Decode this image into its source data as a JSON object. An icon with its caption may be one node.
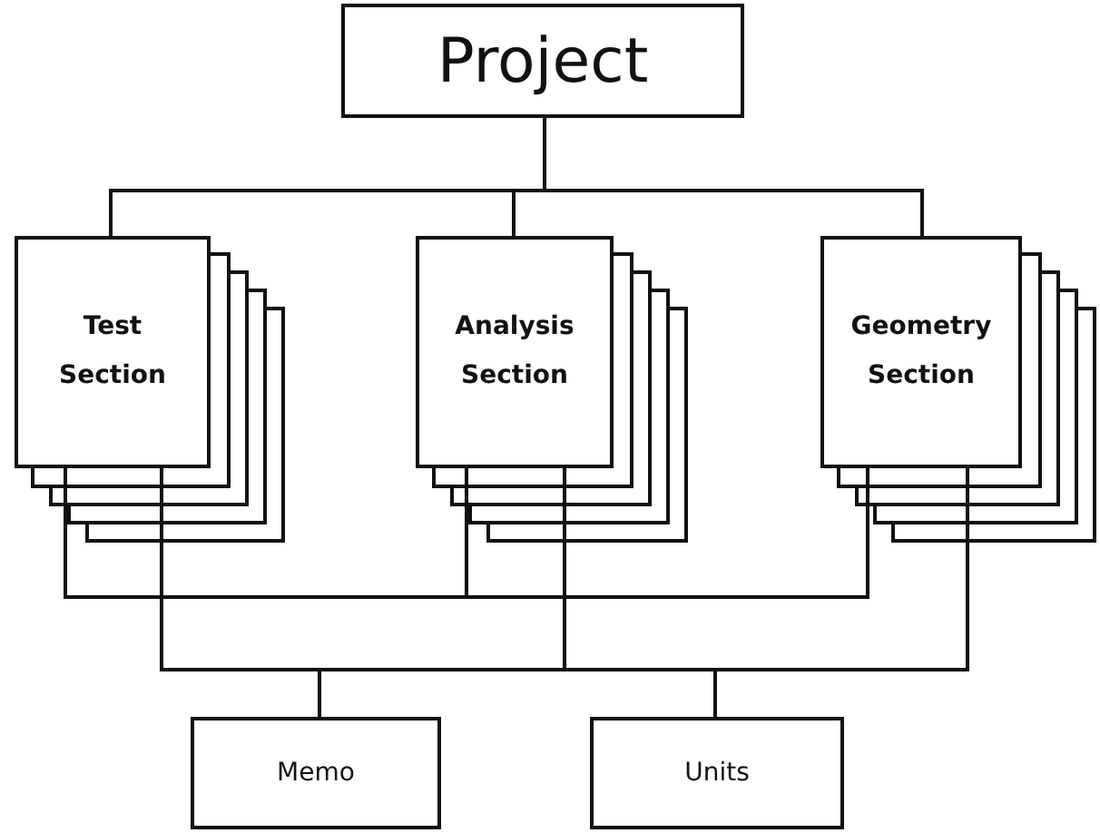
{
  "diagram": {
    "nodes": [
      {
        "text": [
          "Project"
        ]
      },
      {
        "text": [
          "Test Section"
        ]
      },
      {
        "text": [
          "Analysis Section"
        ]
      },
      {
        "text": [
          "Geometry Section"
        ]
      },
      {
        "text": [
          "Memo"
        ]
      },
      {
        "text": [
          "Units"
        ]
      }
    ],
    "edges": [
      {
        "from": 0,
        "to": 1,
        "arrow": "none"
      },
      {
        "from": 0,
        "to": 2,
        "arrow": "none"
      },
      {
        "from": 0,
        "to": 3,
        "arrow": "none"
      },
      {
        "from": 1,
        "to": 4,
        "arrow": "none"
      },
      {
        "from": 2,
        "to": 4,
        "arrow": "none"
      },
      {
        "from": 3,
        "to": 4,
        "arrow": "none"
      },
      {
        "from": 1,
        "to": 5,
        "arrow": "none"
      },
      {
        "from": 2,
        "to": 5,
        "arrow": "none"
      },
      {
        "from": 3,
        "to": 5,
        "arrow": "none"
      }
    ]
  }
}
